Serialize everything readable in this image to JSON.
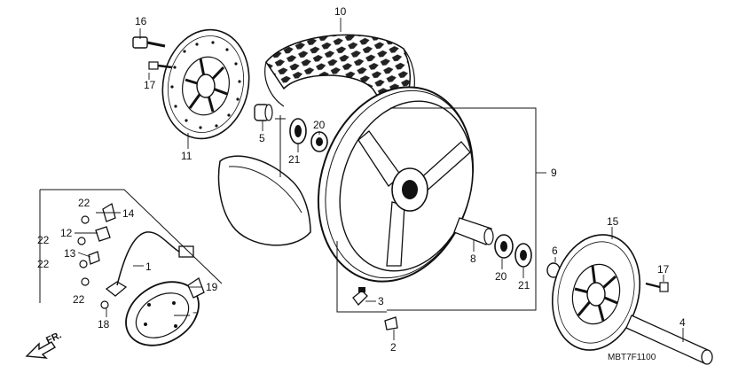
{
  "diagram": {
    "parts": [
      {
        "id": "p16",
        "label": "16"
      },
      {
        "id": "p17a",
        "label": "17"
      },
      {
        "id": "p11",
        "label": "11"
      },
      {
        "id": "p10",
        "label": "10"
      },
      {
        "id": "p5",
        "label": "5"
      },
      {
        "id": "p20a",
        "label": "20"
      },
      {
        "id": "p21a",
        "label": "21"
      },
      {
        "id": "p9",
        "label": "9"
      },
      {
        "id": "p22a",
        "label": "22"
      },
      {
        "id": "p14",
        "label": "14"
      },
      {
        "id": "p12",
        "label": "12"
      },
      {
        "id": "p22b",
        "label": "22"
      },
      {
        "id": "p13",
        "label": "13"
      },
      {
        "id": "p22c",
        "label": "22"
      },
      {
        "id": "p1",
        "label": "1"
      },
      {
        "id": "p22d",
        "label": "22"
      },
      {
        "id": "p19",
        "label": "19"
      },
      {
        "id": "p18",
        "label": "18"
      },
      {
        "id": "p7",
        "label": "7"
      },
      {
        "id": "p3",
        "label": "3"
      },
      {
        "id": "p2",
        "label": "2"
      },
      {
        "id": "p8",
        "label": "8"
      },
      {
        "id": "p20b",
        "label": "20"
      },
      {
        "id": "p21b",
        "label": "21"
      },
      {
        "id": "p6",
        "label": "6"
      },
      {
        "id": "p15",
        "label": "15"
      },
      {
        "id": "p17b",
        "label": "17"
      },
      {
        "id": "p4",
        "label": "4"
      }
    ],
    "code": "MBT7F1100",
    "direction": "FR."
  }
}
